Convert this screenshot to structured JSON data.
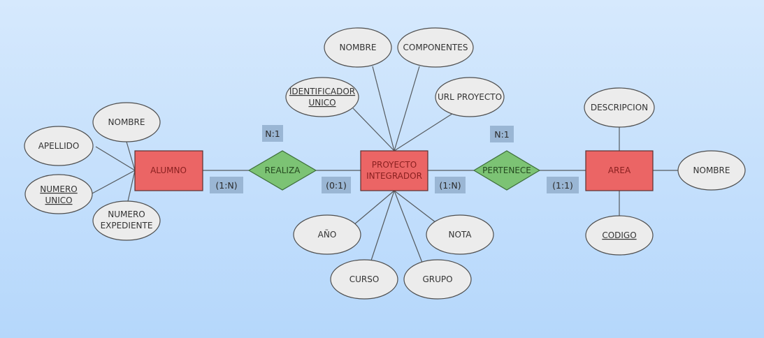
{
  "entities": {
    "alumno": "ALUMNO",
    "proyecto_line1": "PROYECTO",
    "proyecto_line2": "INTEGRADOR",
    "area": "AREA"
  },
  "relationships": {
    "realiza": "REALIZA",
    "pertenece": "PERTENECE"
  },
  "attributes": {
    "alumno_nombre": "NOMBRE",
    "alumno_apellido": "APELLIDO",
    "alumno_numero_unico_1": "NUMERO",
    "alumno_numero_unico_2": "UNICO",
    "alumno_numero_expediente_1": "NUMERO",
    "alumno_numero_expediente_2": "EXPEDIENTE",
    "proyecto_nombre": "NOMBRE",
    "proyecto_componentes": "COMPONENTES",
    "proyecto_identificador_1": "IDENTIFICADOR",
    "proyecto_identificador_2": "UNICO",
    "proyecto_url": "URL PROYECTO",
    "proyecto_anio": "AÑO",
    "proyecto_nota": "NOTA",
    "proyecto_curso": "CURSO",
    "proyecto_grupo": "GRUPO",
    "area_descripcion": "DESCRIPCION",
    "area_nombre": "NOMBRE",
    "area_codigo": "CODIGO"
  },
  "cardinalities": {
    "realiza_type": "N:1",
    "realiza_alumno": "(1:N)",
    "realiza_proyecto": "(0:1)",
    "pertenece_type": "N:1",
    "pertenece_proyecto": "(1:N)",
    "pertenece_area": "(1:1)"
  },
  "colors": {
    "background_top": "#d6e9fd",
    "background_bottom": "#b5d7fb",
    "entity_fill": "#eb6565",
    "relationship_fill": "#7cc374",
    "attribute_fill": "#ececec",
    "cardinality_fill": "#9ab6d4"
  }
}
